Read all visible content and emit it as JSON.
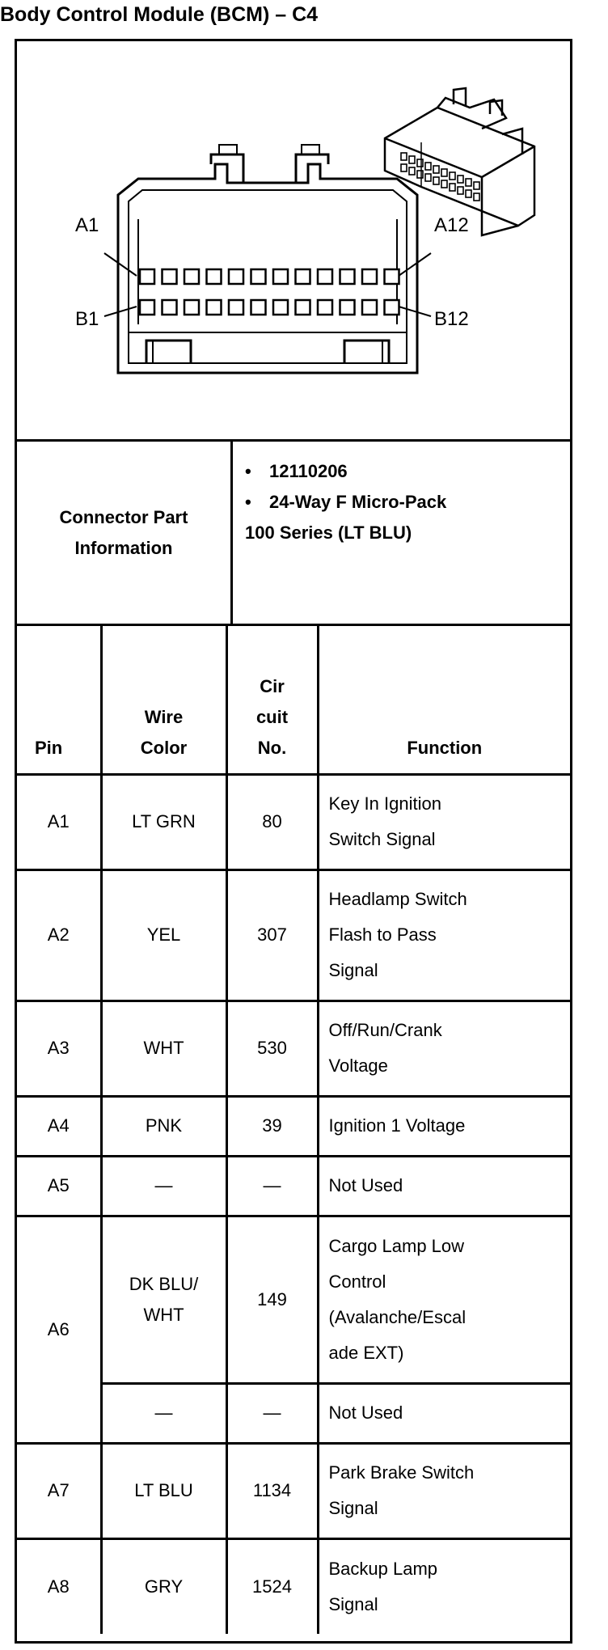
{
  "title": "Body Control Module (BCM) – C4",
  "diagram": {
    "labels": {
      "a1": "A1",
      "a12": "A12",
      "b1": "B1",
      "b12": "B12"
    }
  },
  "connector_info": {
    "label_line1": "Connector Part",
    "label_line2": "Information",
    "bullet_symbol": "•",
    "part_number": "12110206",
    "description_line1": "24-Way F Micro-Pack",
    "description_line2": "100 Series (LT BLU)"
  },
  "table": {
    "headers": {
      "pin": "Pin",
      "wire_line1": "Wire",
      "wire_line2": "Color",
      "circuit_line1": "Cir",
      "circuit_line2": "cuit",
      "circuit_line3": "No.",
      "function": "Function"
    },
    "rows": [
      {
        "pin": "A1",
        "wire": "LT GRN",
        "circuit": "80",
        "function": [
          "Key In Ignition",
          "Switch Signal"
        ]
      },
      {
        "pin": "A2",
        "wire": "YEL",
        "circuit": "307",
        "function": [
          "Headlamp Switch",
          "Flash to Pass",
          "Signal"
        ]
      },
      {
        "pin": "A3",
        "wire": "WHT",
        "circuit": "530",
        "function": [
          "Off/Run/Crank",
          "Voltage"
        ]
      },
      {
        "pin": "A4",
        "wire": "PNK",
        "circuit": "39",
        "function": [
          "Ignition 1 Voltage"
        ]
      },
      {
        "pin": "A5",
        "wire": "—",
        "circuit": "—",
        "function": [
          "Not Used"
        ]
      },
      {
        "pin": "A6",
        "wire": [
          "DK BLU/",
          "WHT"
        ],
        "circuit": "149",
        "function": [
          "Cargo Lamp Low",
          "Control",
          "(Avalanche/Escal",
          "ade EXT)"
        ]
      },
      {
        "wire": "—",
        "circuit": "—",
        "function": [
          "Not Used"
        ]
      },
      {
        "pin": "A7",
        "wire": "LT BLU",
        "circuit": "1134",
        "function": [
          "Park Brake Switch",
          "Signal"
        ]
      },
      {
        "pin": "A8",
        "wire": "GRY",
        "circuit": "1524",
        "function": [
          "Backup Lamp",
          "Signal"
        ]
      }
    ]
  }
}
